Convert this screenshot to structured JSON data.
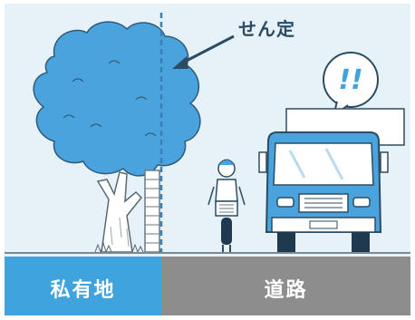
{
  "callout": {
    "label": "せん定"
  },
  "exclamation": "!!",
  "zones": {
    "private_land": {
      "label": "私有地"
    },
    "road": {
      "label": "道路"
    }
  },
  "colors": {
    "tree_foliage": "#4aa3dc",
    "private_strip": "#3fa3dd",
    "road_strip": "#8d8d8d",
    "background": "#e6f1f8",
    "line_art": "#2c4c63"
  },
  "icons": [
    "tree",
    "boundary-dashed-line",
    "arrow",
    "cyclist",
    "truck",
    "speech-bubble"
  ]
}
